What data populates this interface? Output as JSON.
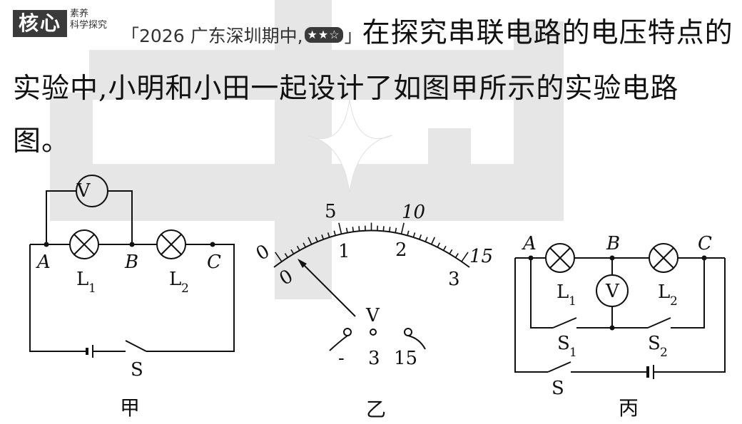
{
  "header": {
    "badge": "核心",
    "badge_sub_line1": "素养",
    "badge_sub_line2": "科学探究"
  },
  "question": {
    "source_open": "「2026 广东深圳期中,",
    "stars": "★★☆",
    "source_close": "」",
    "text": "在探究串联电路的电压特点的实验中,小明和小田一起设计了如图甲所示的实验电路图。"
  },
  "figure_jia": {
    "caption": "甲",
    "meter": "V",
    "point_a": "A",
    "point_b": "B",
    "point_c": "C",
    "lamp1": "L",
    "lamp1_sub": "1",
    "lamp2": "L",
    "lamp2_sub": "2",
    "switch": "S"
  },
  "figure_yi": {
    "caption": "乙",
    "scale_outer": [
      "0",
      "5",
      "10",
      "15"
    ],
    "scale_inner": [
      "0",
      "1",
      "2",
      "3"
    ],
    "unit": "V",
    "terminal_minus": "-",
    "terminal_3": "3",
    "terminal_15": "15"
  },
  "figure_bing": {
    "caption": "丙",
    "point_a": "A",
    "point_b": "B",
    "point_c": "C",
    "meter": "V",
    "lamp1": "L",
    "lamp1_sub": "1",
    "lamp2": "L",
    "lamp2_sub": "2",
    "switch1": "S",
    "switch1_sub": "1",
    "switch2": "S",
    "switch2_sub": "2",
    "switch_main": "S"
  }
}
